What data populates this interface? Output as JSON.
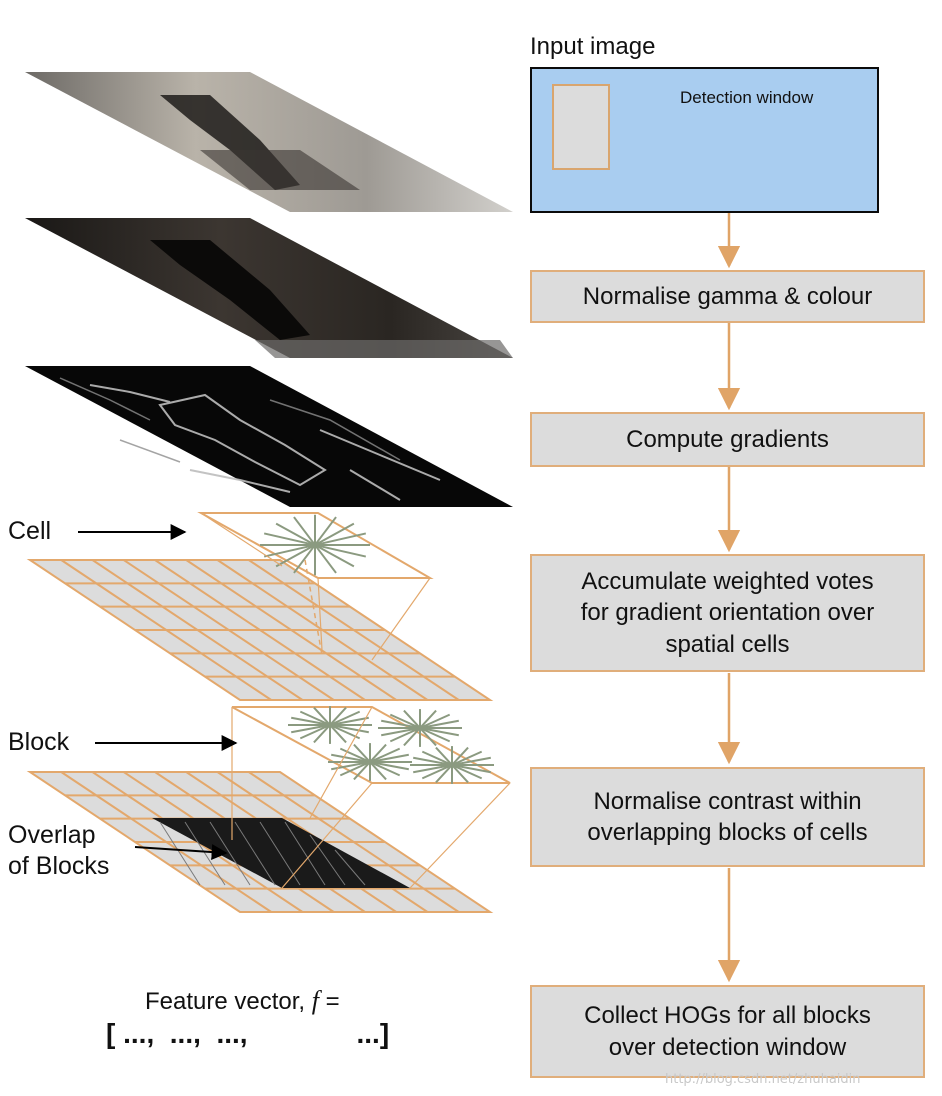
{
  "input": {
    "title": "Input image",
    "detection_label": "Detection window",
    "fill_color": "#a9cdf0"
  },
  "steps": [
    {
      "label": "Normalise gamma & colour"
    },
    {
      "label": "Compute gradients"
    },
    {
      "label": "Accumulate weighted votes\nfor gradient orientation over\nspatial cells"
    },
    {
      "label": "Normalise contrast within\noverlapping blocks of cells"
    },
    {
      "label": "Collect HOGs for all blocks\nover detection window"
    }
  ],
  "left_labels": {
    "cell": "Cell",
    "block": "Block",
    "overlap": "Overlap\nof Blocks"
  },
  "feature": {
    "line1": "Feature vector,",
    "symbol": "f",
    "equals": " =",
    "line2": "[ ...,  ...,  ...,              ...]"
  },
  "watermark": "http://blog.csdn.net/zhuhaidin",
  "colors": {
    "arrow": "#e0a467",
    "box_fill": "#dcdcdc",
    "box_border": "#e0ae7b",
    "grid_line": "#e3a86c",
    "grid_fill": "#dcdcdc",
    "histogram": "#8b9a80"
  }
}
